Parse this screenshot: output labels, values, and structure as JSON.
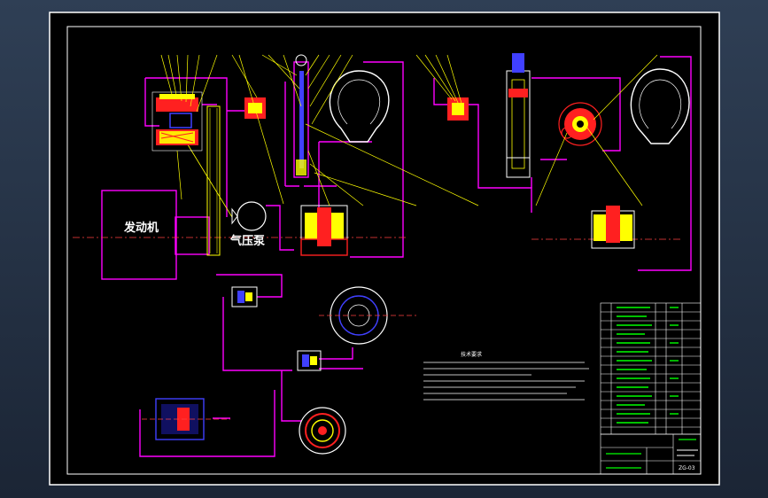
{
  "labels": {
    "engine": "发动机",
    "compressor": "气压泵",
    "notes_title": "技术要求",
    "drawing_no": "ZG-03"
  },
  "colors": {
    "pipe": "#ff00ff",
    "leader": "#ffff00",
    "frame": "#ffffff",
    "part_red": "#ff2020",
    "part_blue": "#4040ff",
    "part_yellow": "#ffff00",
    "part_green": "#00ff00",
    "background": "#000000"
  }
}
